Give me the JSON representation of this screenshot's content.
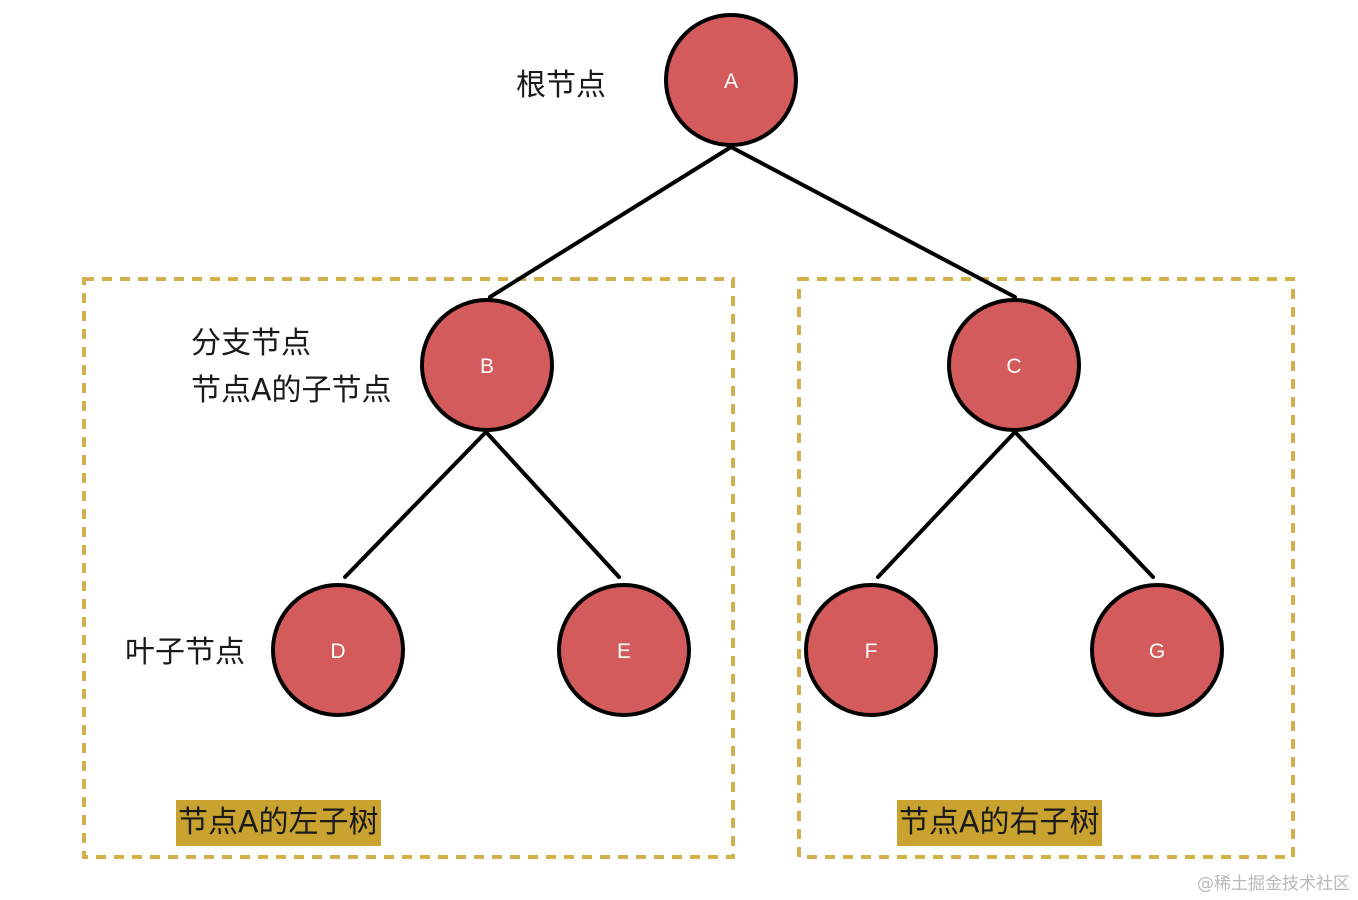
{
  "nodes": {
    "a": "A",
    "b": "B",
    "c": "C",
    "d": "D",
    "e": "E",
    "f": "F",
    "g": "G"
  },
  "labels": {
    "root": "根节点",
    "branch_line1": "分支节点",
    "branch_line2": "节点A的子节点",
    "leaf": "叶子节点"
  },
  "subtrees": {
    "left": "节点A的左子树",
    "right": "节点A的右子树"
  },
  "watermark": "@稀土掘金技术社区",
  "colors": {
    "node_fill": "#d45b5b",
    "subtree_border": "#d2b04b",
    "caption_background": "#c9a230"
  }
}
